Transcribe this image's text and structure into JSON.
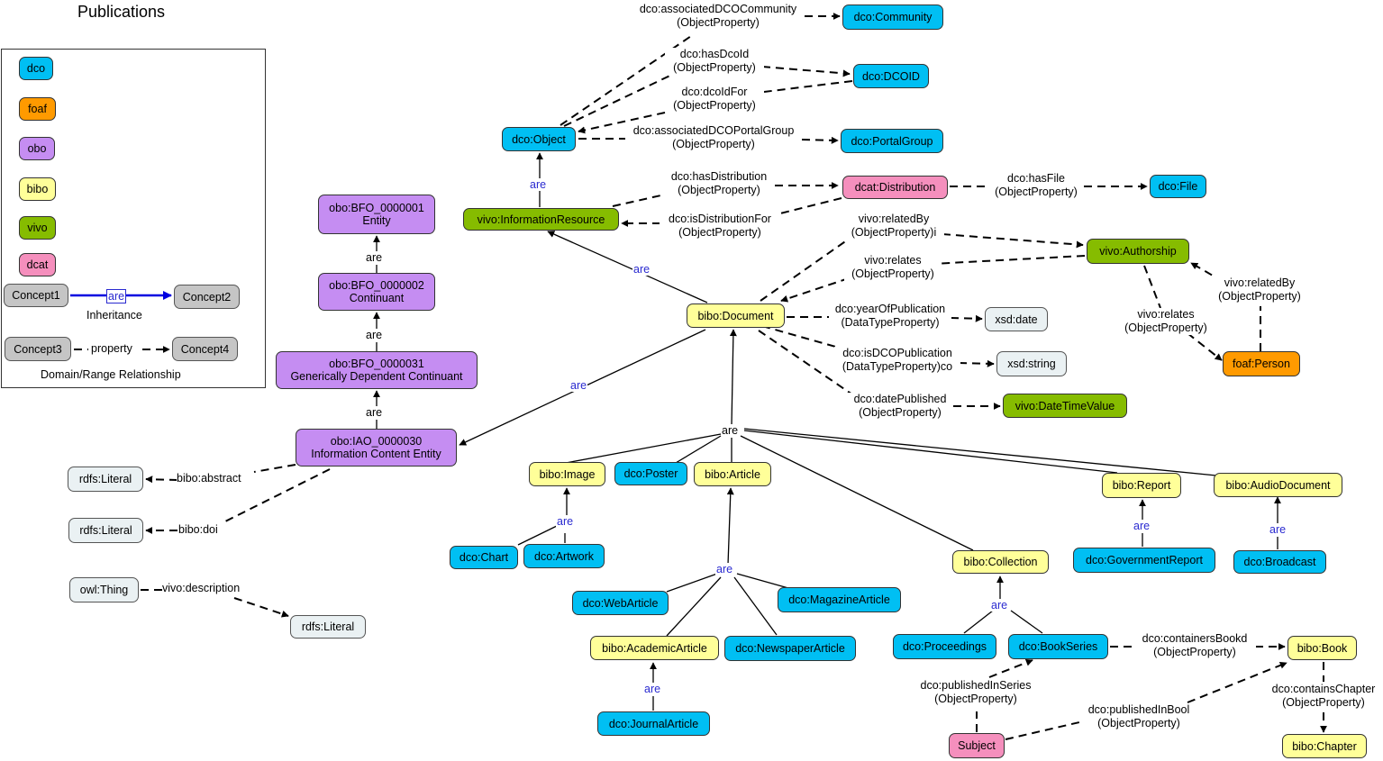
{
  "title": "Publications",
  "colors": {
    "dco": "#00bff3",
    "foaf": "#ff9a00",
    "obo": "#c58df2",
    "bibo": "#ffff99",
    "vivo": "#86bc00",
    "dcat": "#f58fbd",
    "literal": "#eaf1f3",
    "concept": "#c5c5c5",
    "inheritance_arrow": "#0000e0"
  },
  "legend": {
    "swatches": [
      "dco",
      "foaf",
      "obo",
      "bibo",
      "vivo",
      "dcat"
    ],
    "concept1": "Concept1",
    "concept2": "Concept2",
    "concept3": "Concept3",
    "concept4": "Concept4",
    "are": "are",
    "property": "property",
    "inheritance": "Inheritance",
    "domain_range": "Domain/Range Relationship"
  },
  "nodes": {
    "community": "dco:Community",
    "dcoid": "dco:DCOID",
    "object": "dco:Object",
    "portal_group": "dco:PortalGroup",
    "info_resource": "vivo:InformationResource",
    "distribution": "dcat:Distribution",
    "file": "dco:File",
    "authorship": "vivo:Authorship",
    "person": "foaf:Person",
    "document": "bibo:Document",
    "xsd_date": "xsd:date",
    "xsd_string": "xsd:string",
    "datetime": "vivo:DateTimeValue",
    "bfo1_id": "obo:BFO_0000001",
    "bfo1_name": "Entity",
    "bfo2_id": "obo:BFO_0000002",
    "bfo2_name": "Continuant",
    "bfo31_id": "obo:BFO_0000031",
    "bfo31_name": "Generically Dependent Continuant",
    "iao_id": "obo:IAO_0000030",
    "iao_name": "Information Content Entity",
    "literal_abstract": "rdfs:Literal",
    "literal_doi": "rdfs:Literal",
    "owl_thing": "owl:Thing",
    "literal_desc": "rdfs:Literal",
    "image": "bibo:Image",
    "poster": "dco:Poster",
    "article": "bibo:Article",
    "report": "bibo:Report",
    "audio": "bibo:AudioDocument",
    "chart": "dco:Chart",
    "artwork": "dco:Artwork",
    "gov_report": "dco:GovernmentReport",
    "broadcast": "dco:Broadcast",
    "collection": "bibo:Collection",
    "web_article": "dco:WebArticle",
    "magazine_article": "dco:MagazineArticle",
    "academic_article": "bibo:AcademicArticle",
    "newspaper_article": "dco:NewspaperArticle",
    "journal_article": "dco:JournalArticle",
    "proceedings": "dco:Proceedings",
    "book_series": "dco:BookSeries",
    "book": "bibo:Book",
    "subject": "Subject",
    "chapter": "bibo:Chapter"
  },
  "edge_labels": {
    "assoc_community_1": "dco:associatedDCOCommunity",
    "assoc_community_2": "(ObjectProperty)",
    "has_dcoid_1": "dco:hasDcoId",
    "has_dcoid_2": "(ObjectProperty)",
    "dcoid_for_1": "dco:dcoIdFor",
    "dcoid_for_2": "(ObjectProperty)",
    "portal_group_1": "dco:associatedDCOPortalGroup",
    "portal_group_2": "(ObjectProperty)",
    "has_distribution_1": "dco:hasDistribution",
    "has_distribution_2": "(ObjectProperty)",
    "is_distribution_for_1": "dco:isDistributionFor",
    "is_distribution_for_2": "(ObjectProperty)",
    "has_file_1": "dco:hasFile",
    "has_file_2": "(ObjectProperty)",
    "related_by_1": "vivo:relatedBy",
    "related_by_2": "(ObjectProperty)i",
    "relates_1": "vivo:relates",
    "relates_2": "(ObjectProperty)",
    "person_relates_1": "vivo:relates",
    "person_relates_2": "(ObjectProperty)",
    "person_related_by_1": "vivo:relatedBy",
    "person_related_by_2": "(ObjectProperty)",
    "year_pub_1": "dco:yearOfPublication",
    "year_pub_2": "(DataTypeProperty)",
    "is_dco_pub_1": "dco:isDCOPublication",
    "is_dco_pub_2": "(DataTypeProperty)co",
    "date_published_1": "dco:datePublished",
    "date_published_2": "(ObjectProperty)",
    "abstract": "bibo:abstract",
    "doi": "bibo:doi",
    "description": "vivo:description",
    "containers_book_1": "dco:containersBookd",
    "containers_book_2": "(ObjectProperty)",
    "published_in_series_1": "dco:publishedInSeries",
    "published_in_series_2": "(ObjectProperty)",
    "published_in_book_1": "dco:publishedInBool",
    "published_in_book_2": "(ObjectProperty)",
    "contains_chapter_1": "dco:containsChapter",
    "contains_chapter_2": "(ObjectProperty)",
    "are": "are"
  }
}
